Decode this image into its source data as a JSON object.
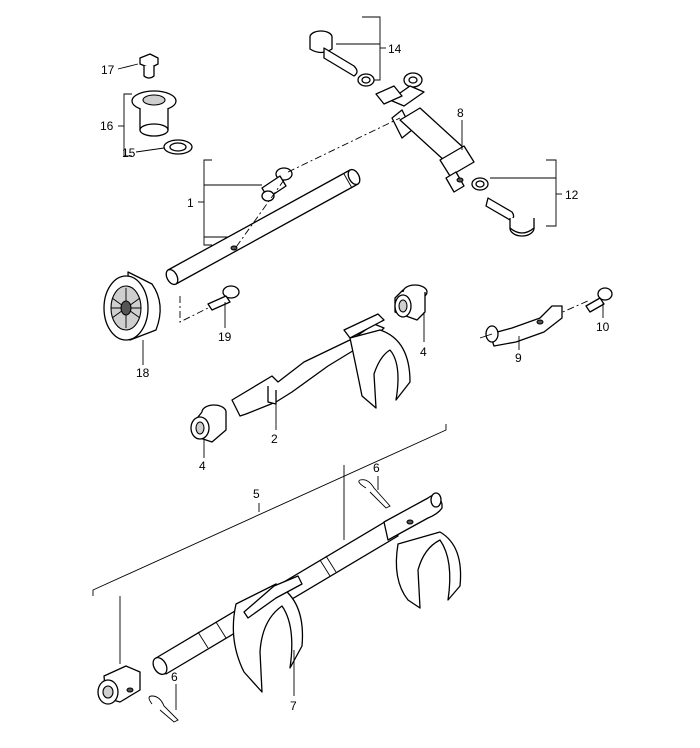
{
  "callouts": {
    "c1": "1",
    "c2": "2",
    "c4a": "4",
    "c4b": "4",
    "c5": "5",
    "c6a": "6",
    "c6b": "6",
    "c7": "7",
    "c8": "8",
    "c9": "9",
    "c10": "10",
    "c12": "12",
    "c14": "14",
    "c15": "15",
    "c16": "16",
    "c17": "17",
    "c18": "18",
    "c19": "19"
  }
}
